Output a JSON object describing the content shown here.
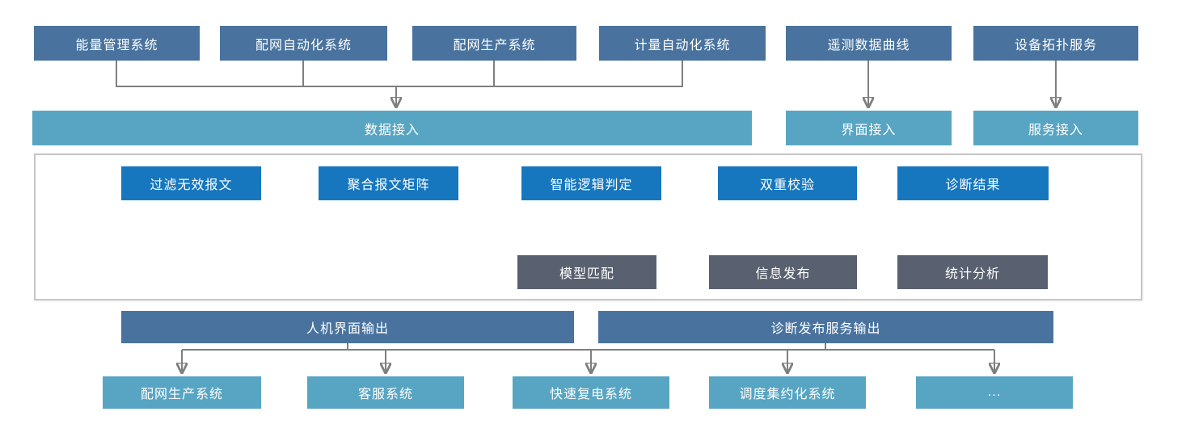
{
  "source_systems": [
    "能量管理系统",
    "配网自动化系统",
    "配网生产系统",
    "计量自动化系统",
    "遥测数据曲线",
    "设备拓扑服务"
  ],
  "access_layer": {
    "data_access": "数据接入",
    "ui_access": "界面接入",
    "service_access": "服务接入"
  },
  "pipeline": [
    "过滤无效报文",
    "聚合报文矩阵",
    "智能逻辑判定",
    "双重校验",
    "诊断结果"
  ],
  "result_outputs": [
    "模型匹配",
    "信息发布",
    "统计分析"
  ],
  "output_layer": {
    "hmi_output": "人机界面输出",
    "publish_output": "诊断发布服务输出"
  },
  "consumer_systems": [
    "配网生产系统",
    "客服系统",
    "快速复电系统",
    "调度集约化系统",
    "..."
  ],
  "colors": {
    "steel_blue": "#49739E",
    "teal": "#57A5C3",
    "process_blue": "#1677BF",
    "slate_gray": "#596170",
    "connector_gray": "#7F7F7F",
    "panel_border": "#C6C6C6"
  }
}
